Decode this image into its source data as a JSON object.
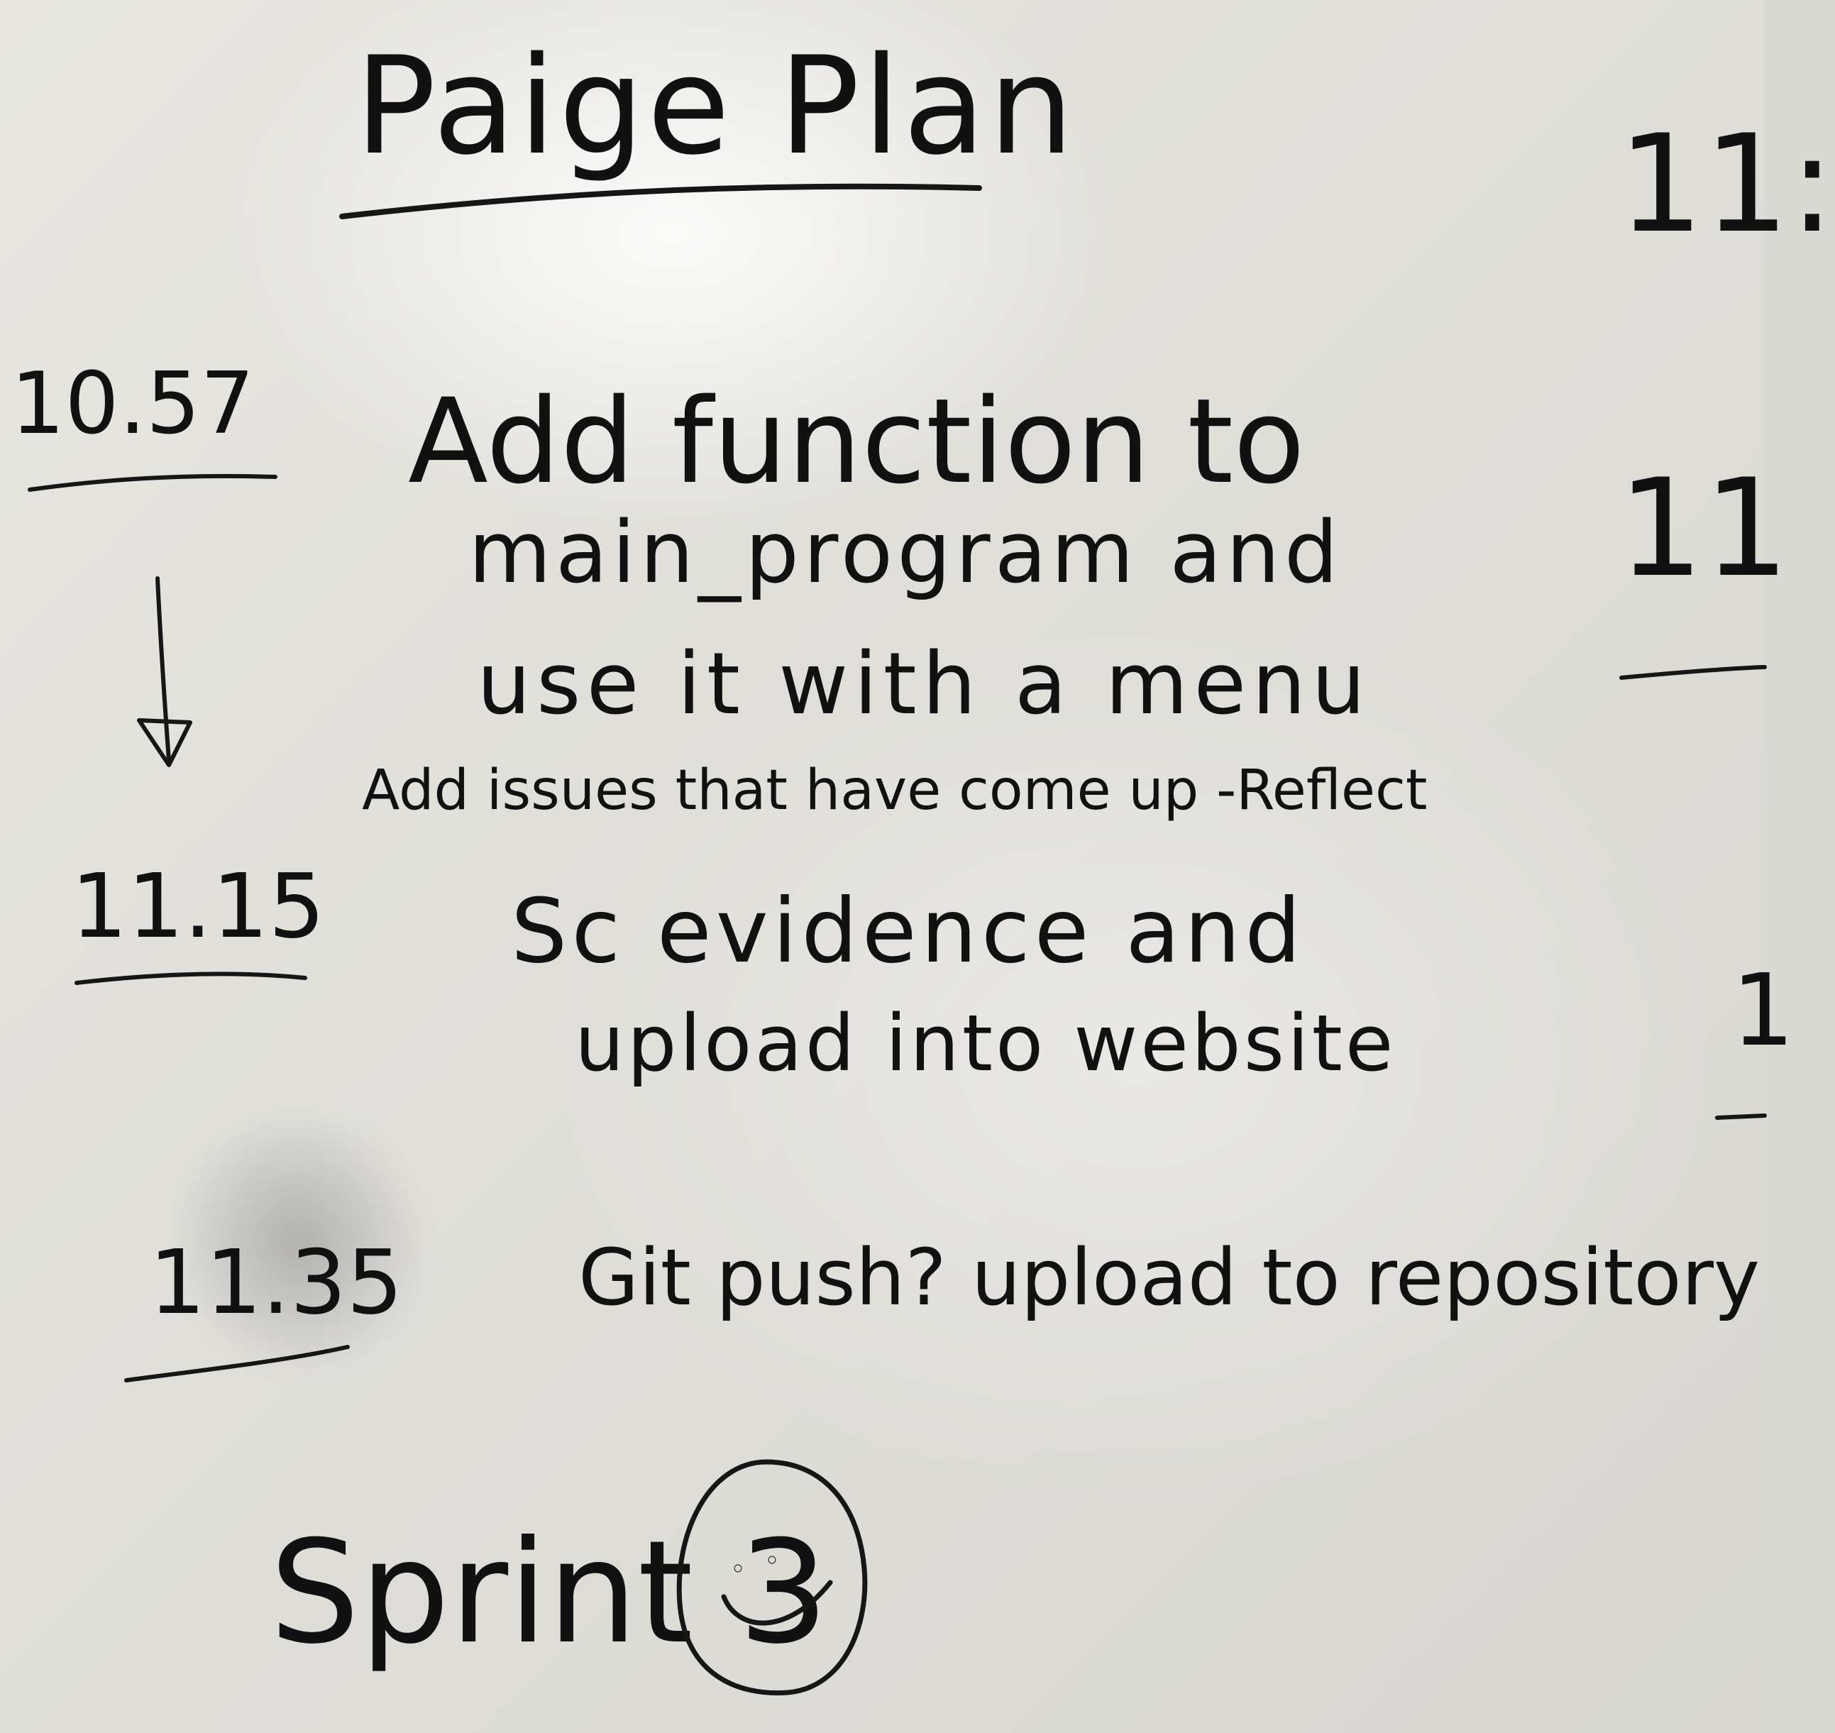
{
  "title": "Paige Plan",
  "timeline": [
    {
      "time": "10.57"
    },
    {
      "time": "11.15"
    },
    {
      "time": "11.35"
    }
  ],
  "tasks": {
    "line1": "Add function to",
    "line2": "main_program and",
    "line3": "use it with a menu",
    "line4": "Add issues that have come up -Reflect",
    "line5": "Sc evidence and",
    "line6": "upload into website",
    "line7": "Git push? upload to repository"
  },
  "footer": {
    "label": "Sprint 3",
    "icon": "smiley-face-icon"
  },
  "edge_marks": {
    "top": "11:",
    "middle": "11",
    "lower": "1"
  },
  "colors": {
    "board": "#e3e2dd",
    "ink": "#141414"
  }
}
